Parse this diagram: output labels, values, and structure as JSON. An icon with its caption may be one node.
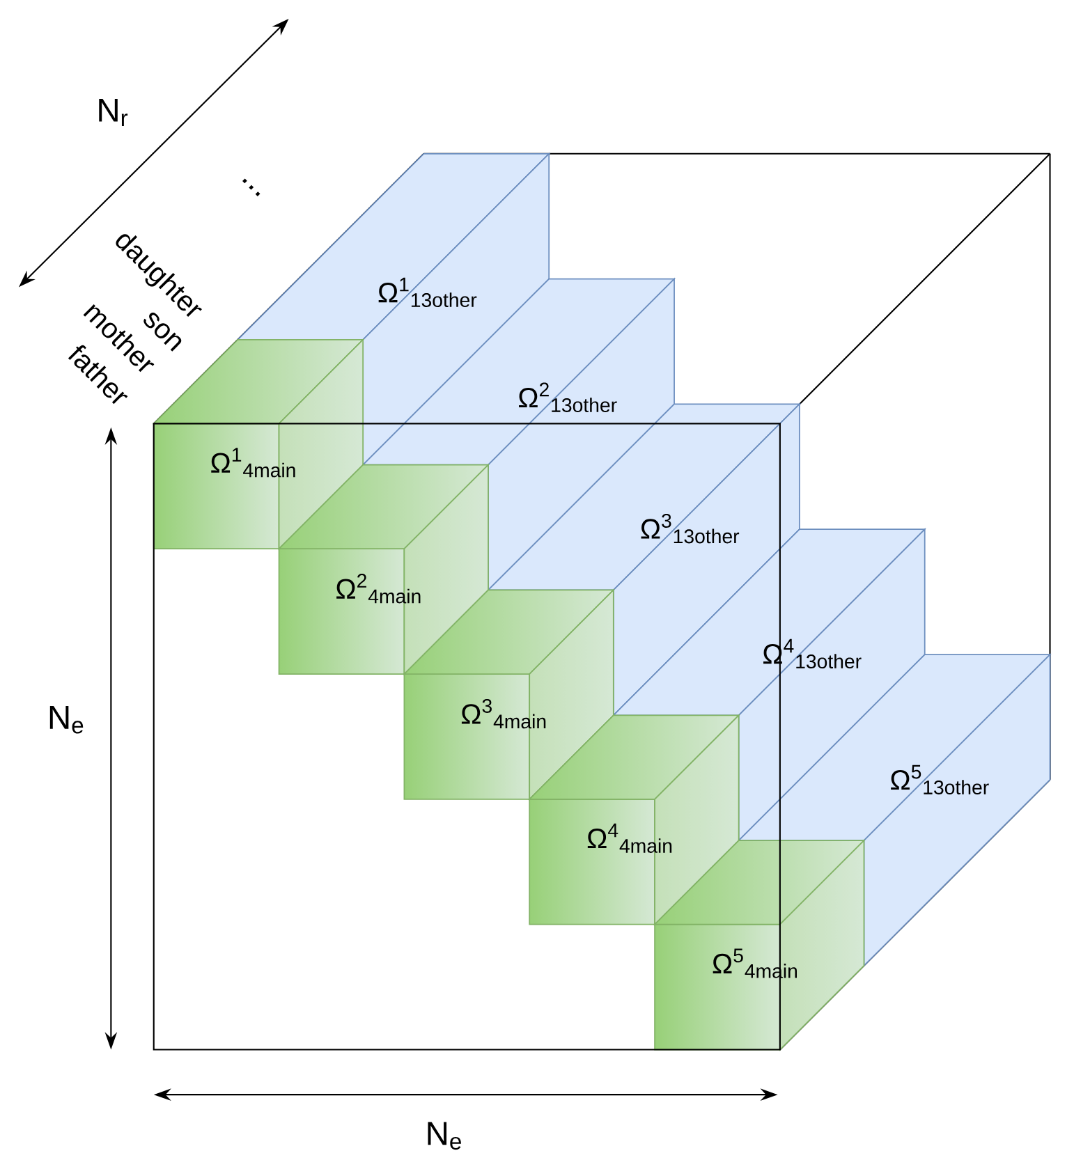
{
  "diagram": {
    "nodes": [
      {
        "text": [
          "Ω$^{1}$$_{13other}$"
        ]
      },
      {
        "text": [
          "Ω$^{2}$$_{13other}$"
        ]
      },
      {
        "text": [
          "Ω$^{3}$$_{13other}$"
        ]
      },
      {
        "text": [
          "Ω$^{4}$$_{13other}$"
        ]
      },
      {
        "text": [
          "Ω$^{5}$$_{13other}$"
        ]
      },
      {
        "text": [
          "Ω$^{1}$$_{4main}$"
        ]
      },
      {
        "text": [
          "Ω$^{2}$$_{4main}$"
        ]
      },
      {
        "text": [
          "Ω$^{3}$$_{4main}$"
        ]
      },
      {
        "text": [
          "Ω$^{4}$$_{4main}$"
        ]
      },
      {
        "text": [
          "Ω$^{5}$$_{4main}$"
        ]
      }
    ],
    "labels": [
      "N$_{r}$",
      "...",
      "daughter",
      "son",
      "mother",
      "father",
      "N$_{e}$",
      "N$_{e}$"
    ]
  }
}
